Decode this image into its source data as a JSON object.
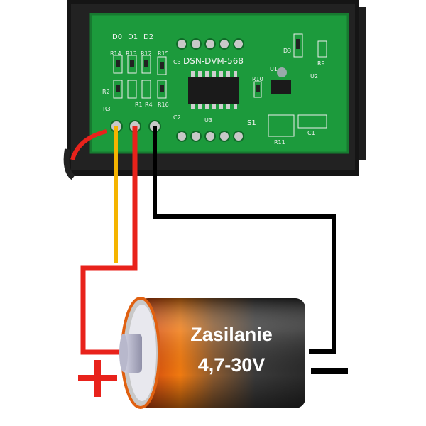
{
  "pcb": {
    "model": "DSN-DVM-568",
    "labels": [
      "D0",
      "D1",
      "D2",
      "R14",
      "R13",
      "R12",
      "R15",
      "C3",
      "R2",
      "R3",
      "R1",
      "R4",
      "R16",
      "C2",
      "U3",
      "R10",
      "S1",
      "U1",
      "U2",
      "D3",
      "R9",
      "C1",
      "R11"
    ]
  },
  "battery": {
    "line1": "Zasilanie",
    "line2": "4,7-30V"
  },
  "colors": {
    "pcb": "#1c9a3c",
    "case": "#141414",
    "wire_yellow": "#f5b400",
    "wire_red": "#e8221b",
    "wire_black": "#000000"
  }
}
